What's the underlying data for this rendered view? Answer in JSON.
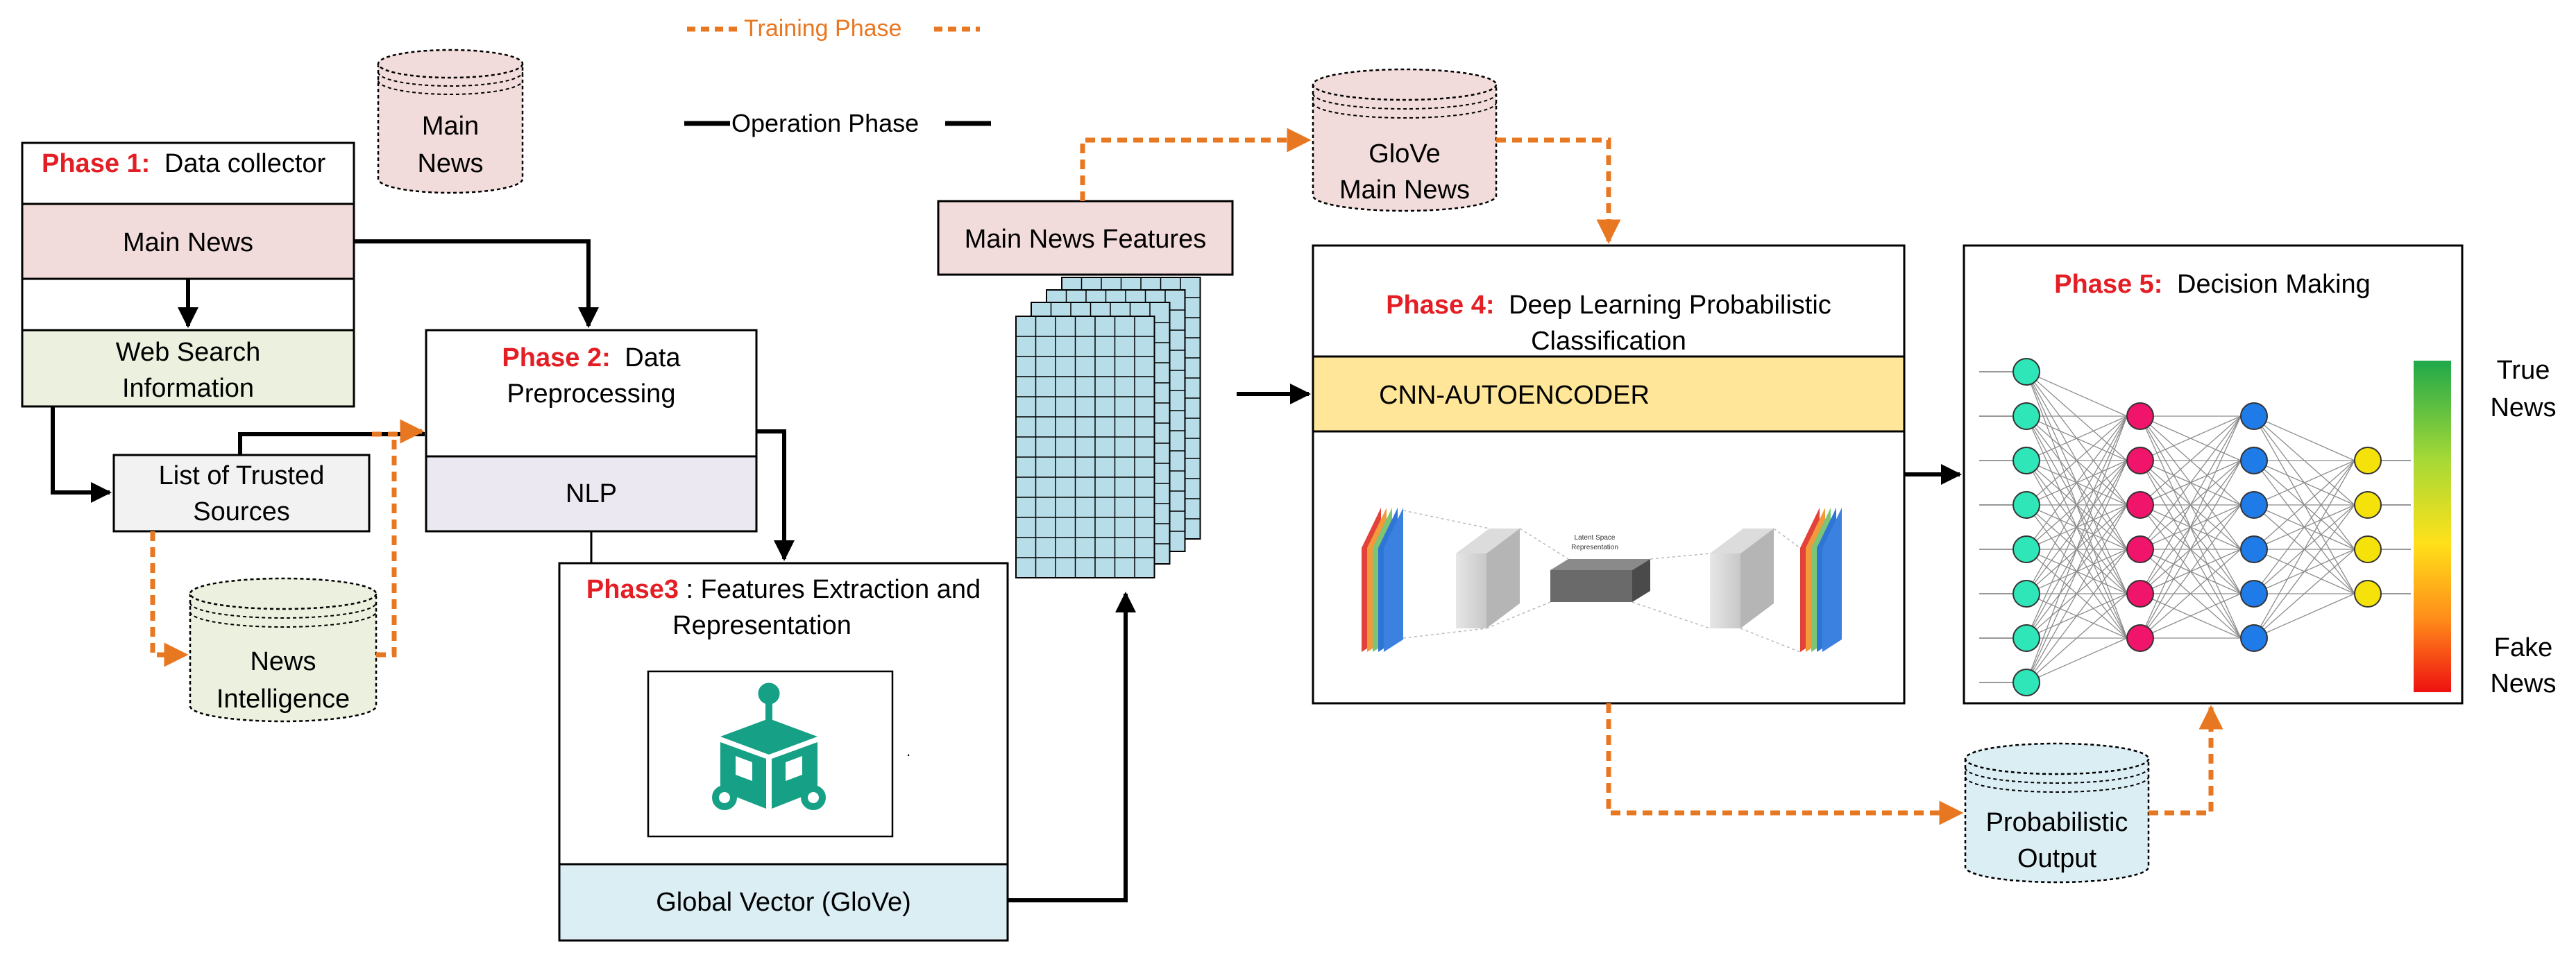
{
  "colors": {
    "phase_red": "#e31e24",
    "training_orange": "#e87722",
    "main_news_fill": "#f2dcdb",
    "web_search_fill": "#ebf1de",
    "nlp_fill": "#ece8f2",
    "glove_fill": "#dbeef4",
    "cnn_fill": "#ffe699",
    "trusted_fill": "#f2f2f2",
    "matrix_fill": "#b7dde8",
    "teal_icon": "#16a085",
    "node_teal": "#2ee6b8",
    "node_pink": "#f0146a",
    "node_blue": "#1f7be8",
    "node_yellow": "#f5e20a"
  },
  "legend": {
    "training": "Training Phase",
    "operation": "Operation Phase"
  },
  "main_news_db": {
    "line1": "Main",
    "line2": "News"
  },
  "phase1": {
    "tag": "Phase 1:",
    "title": "Data collector",
    "main_news": "Main News",
    "web_search_1": "Web Search",
    "web_search_2": "Information"
  },
  "trusted_sources": {
    "line1": "List of Trusted",
    "line2": "Sources"
  },
  "news_intelligence_db": {
    "line1": "News",
    "line2": "Intelligence"
  },
  "phase2": {
    "tag": "Phase 2:",
    "title_1": "Data",
    "title_2": "Preprocessing",
    "nlp": "NLP"
  },
  "phase3": {
    "tag": "Phase3",
    "title_1": ": Features Extraction and",
    "title_2": "Representation",
    "glove": "Global Vector (GloVe)",
    "dot": "."
  },
  "features": {
    "label": "Main News Features"
  },
  "glove_db": {
    "line1": "GloVe",
    "line2": "Main News"
  },
  "phase4": {
    "tag": "Phase  4:",
    "title_1": "Deep Learning Probabilistic",
    "title_2": "Classification",
    "cnn": "CNN-AUTOENCODER",
    "latent_1": "Latent Space",
    "latent_2": "Representation"
  },
  "phase5": {
    "tag": "Phase 5:",
    "title": "Decision Making",
    "true_1": "True",
    "true_2": "News",
    "fake_1": "Fake",
    "fake_2": "News"
  },
  "prob_db": {
    "line1": "Probabilistic",
    "line2": "Output"
  },
  "network": {
    "layers": [
      {
        "name": "input",
        "count": 8,
        "color": "#2ee6b8"
      },
      {
        "name": "hidden-1",
        "count": 6,
        "color": "#f0146a"
      },
      {
        "name": "hidden-2",
        "count": 6,
        "color": "#1f7be8"
      },
      {
        "name": "output",
        "count": 4,
        "color": "#f5e20a"
      }
    ]
  }
}
